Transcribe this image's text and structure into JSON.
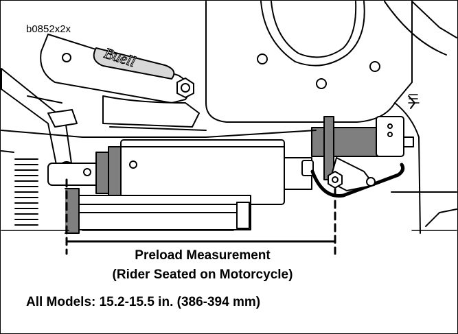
{
  "figure": {
    "id": "b0852x2x",
    "brand_mark": "Buell",
    "caption_line1": "Preload Measurement",
    "caption_line2": "(Rider Seated on Motorcycle)",
    "spec": "All Models: 15.2-15.5 in. (386-394 mm)"
  },
  "colors": {
    "line": "#000000",
    "shade": "#7f7f7f",
    "light": "#d8d8d8",
    "paper": "#ffffff"
  }
}
